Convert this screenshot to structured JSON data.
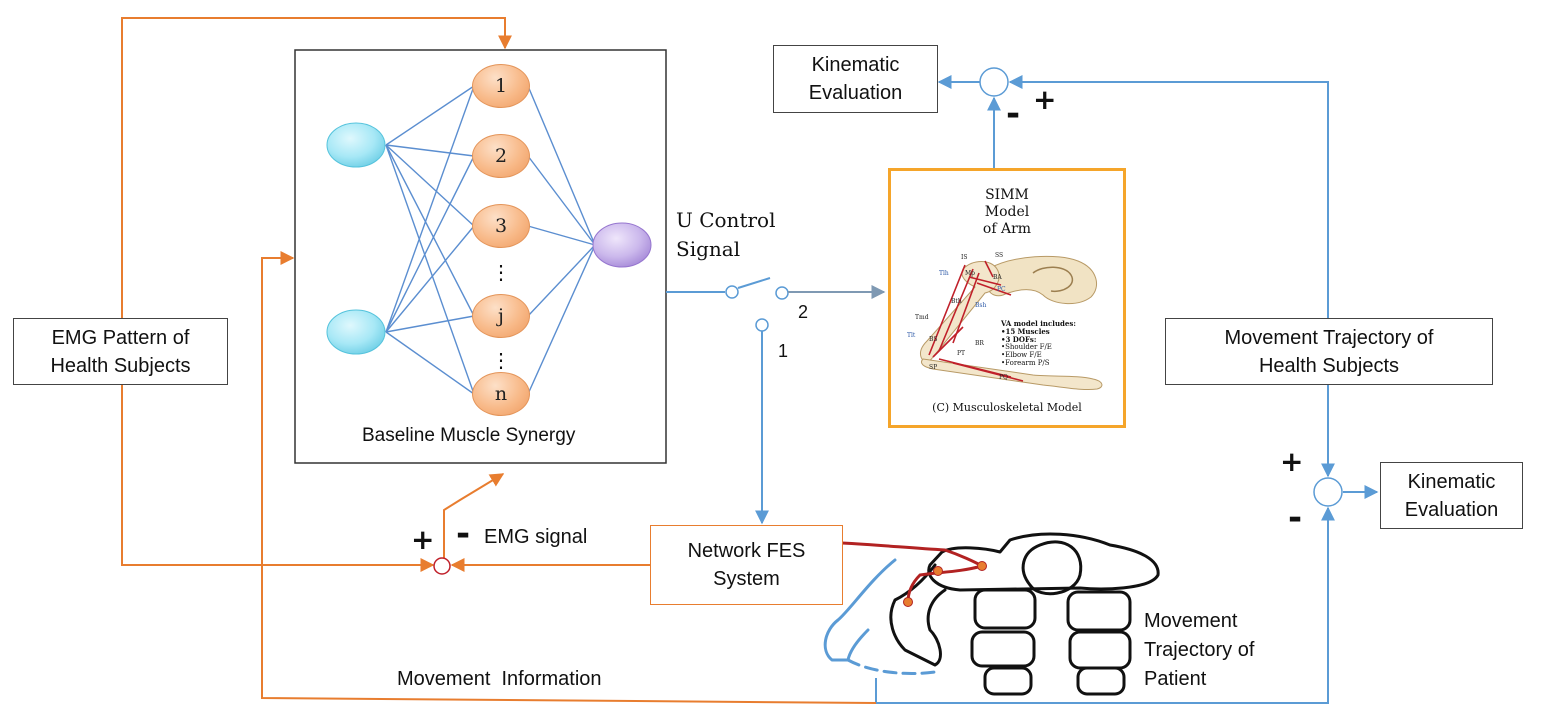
{
  "synergy": {
    "title": "Baseline Muscle Synergy",
    "hidden_nodes": [
      "1",
      "2",
      "3",
      "j",
      "n"
    ],
    "ellipsis": "⋮"
  },
  "control": {
    "signal_line1": "U Control",
    "signal_line2": "Signal",
    "switch_pos1": "1",
    "switch_pos2": "2"
  },
  "simm": {
    "title_line1": "SIMM",
    "title_line2": "Model",
    "title_line3": "of Arm",
    "caption": "(C) Musculoskeletal Model",
    "va_title": "VA model includes:",
    "va_items": [
      "•15 Muscles",
      "•3 DOFs:",
      "•Shoulder F/E",
      "•Elbow F/E",
      "•Forearm P/S"
    ],
    "muscle_labels": [
      "IS",
      "SS",
      "Tlh",
      "Mp",
      "BA",
      "PC",
      "Bth",
      "Bsh",
      "Tmd",
      "Tlt",
      "BS",
      "PT",
      "BR",
      "SP",
      "PQ"
    ]
  },
  "boxes": {
    "kinematic_top": [
      "Kinematic",
      "Evaluation"
    ],
    "kinematic_right": [
      "Kinematic",
      "Evaluation"
    ],
    "emg_pattern": [
      "EMG Pattern of",
      "Health Subjects"
    ],
    "movement_healthy": [
      "Movement Trajectory of",
      "Health Subjects"
    ],
    "fes": [
      "Network FES",
      "System"
    ]
  },
  "signs": {
    "top_minus": "-",
    "top_plus": "+",
    "right_plus": "+",
    "right_minus": "-",
    "emg_plus": "+",
    "emg_minus": "-"
  },
  "labels": {
    "emg_signal": "EMG signal",
    "movement_information": "Movement  Information",
    "patient_trajectory": [
      "Movement",
      "Trajectory of",
      "Patient"
    ]
  },
  "colors": {
    "orange": "#e87d2f",
    "blue": "#5b9bd5",
    "input_node": "#9fe3f3",
    "output_node": "#c9b6e8",
    "hidden_node": "#f8b988",
    "simm_border": "#f5a52a",
    "muscle_red": "#c0202a"
  }
}
